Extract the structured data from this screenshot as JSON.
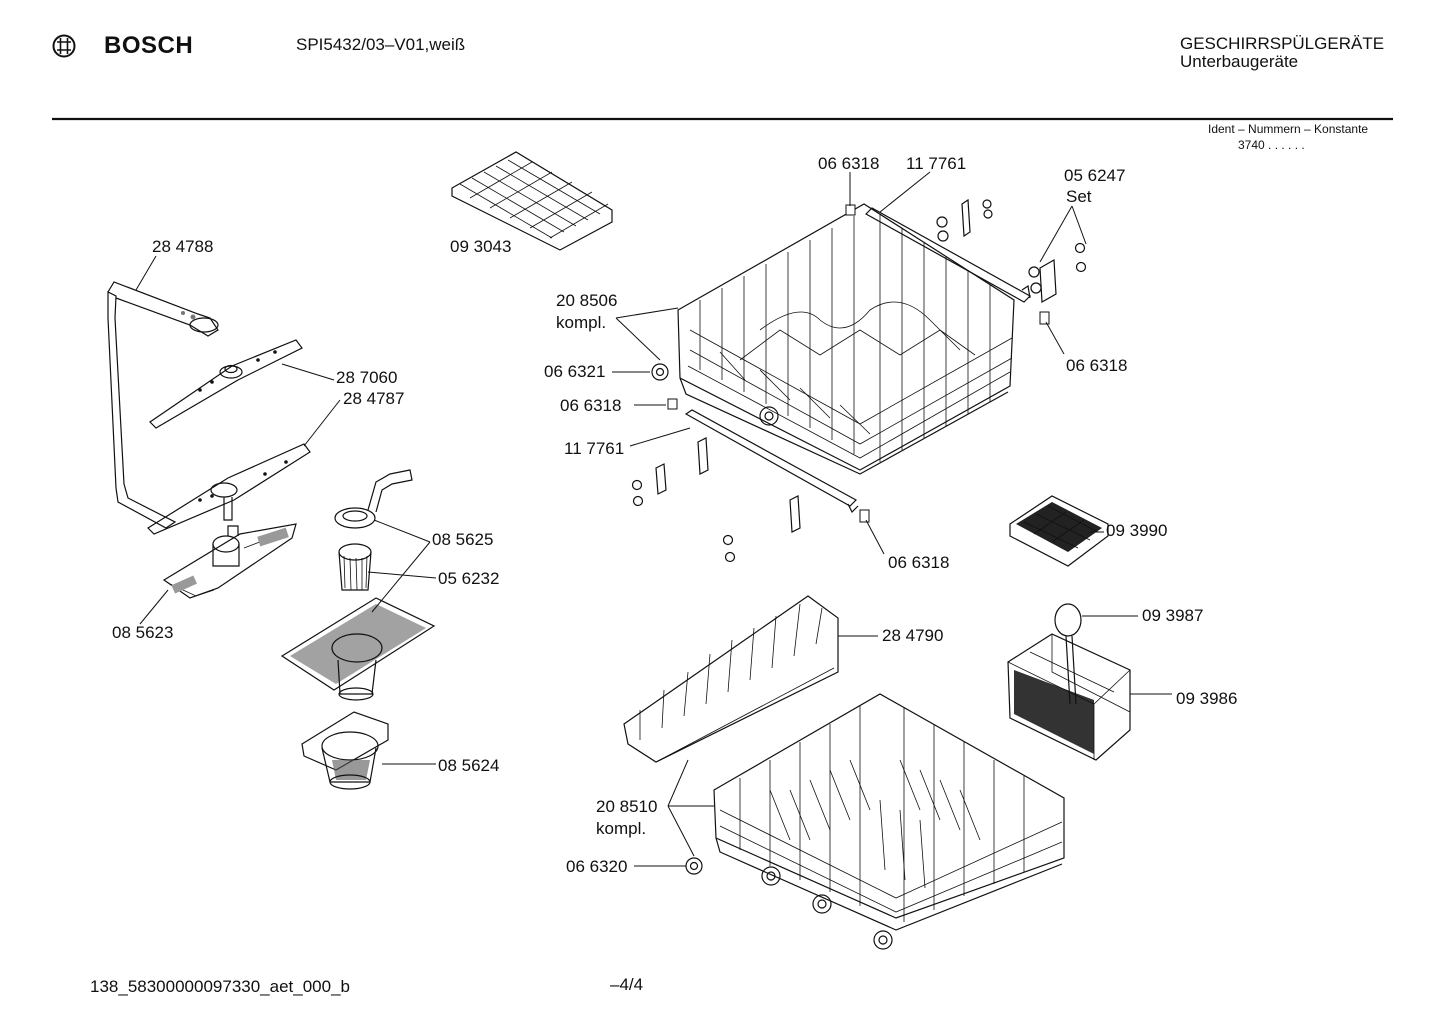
{
  "header": {
    "brand": "BOSCH",
    "model": "SPI5432/03–V01,weiß",
    "category_line1": "GESCHIRRSPÜLGERÄTE",
    "category_line2": "Unterbaugeräte",
    "ident_title": "Ident – Nummern – Konstante",
    "ident_value": "3740  .  .     .  .  .  ."
  },
  "parts": [
    {
      "id": "p284788",
      "text": "28 4788"
    },
    {
      "id": "p093043",
      "text": "09 3043"
    },
    {
      "id": "p066318a",
      "text": "06 6318"
    },
    {
      "id": "p117761a",
      "text": "11 7761"
    },
    {
      "id": "p056247",
      "text": "05 6247"
    },
    {
      "id": "pset",
      "text": "Set"
    },
    {
      "id": "p208506",
      "text": "20 8506"
    },
    {
      "id": "pkompl1",
      "text": "kompl."
    },
    {
      "id": "p287060",
      "text": "28 7060"
    },
    {
      "id": "p284787",
      "text": "28 4787"
    },
    {
      "id": "p066321",
      "text": "06 6321"
    },
    {
      "id": "p066318b",
      "text": "06 6318"
    },
    {
      "id": "p066318c",
      "text": "06 6318"
    },
    {
      "id": "p117761b",
      "text": "11 7761"
    },
    {
      "id": "p093990",
      "text": "09 3990"
    },
    {
      "id": "p085625",
      "text": "08 5625"
    },
    {
      "id": "p056232",
      "text": "05 6232"
    },
    {
      "id": "p066318d",
      "text": "06 6318"
    },
    {
      "id": "p085623",
      "text": "08 5623"
    },
    {
      "id": "p093987",
      "text": "09 3987"
    },
    {
      "id": "p284790",
      "text": "28 4790"
    },
    {
      "id": "p093986",
      "text": "09 3986"
    },
    {
      "id": "p085624",
      "text": "08 5624"
    },
    {
      "id": "p208510",
      "text": "20 8510"
    },
    {
      "id": "pkompl2",
      "text": "kompl."
    },
    {
      "id": "p066320",
      "text": "06 6320"
    }
  ],
  "footer": {
    "doc_id": "138_58300000097330_aet_000_b",
    "page": "–4/4"
  }
}
